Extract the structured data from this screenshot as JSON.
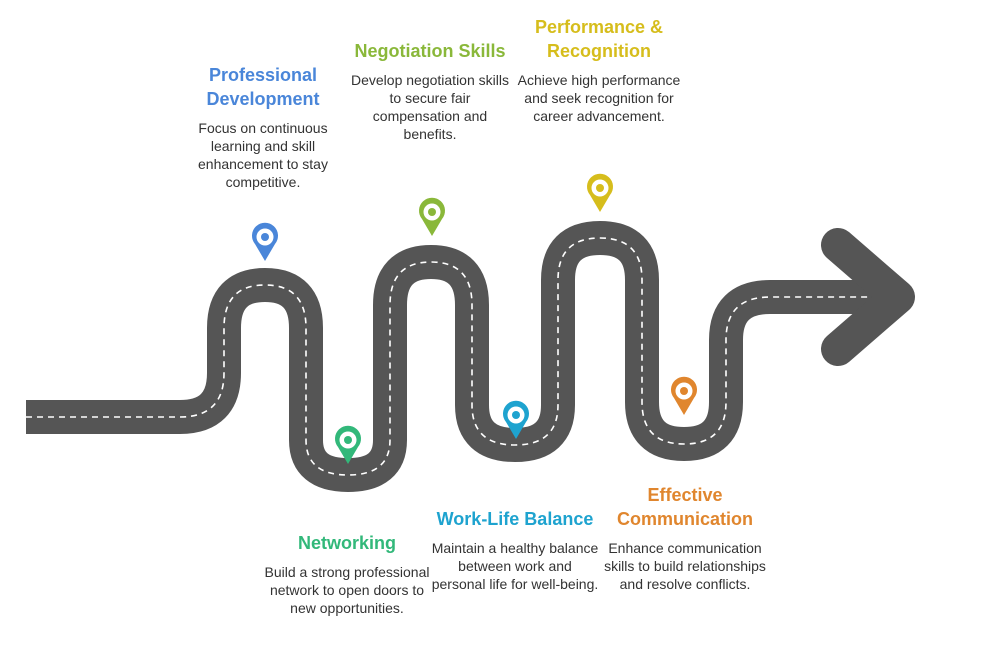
{
  "colors": {
    "road": "#555555",
    "dash": "#ffffff",
    "blue": "#4a86d9",
    "green": "#32b87a",
    "olive": "#8ab83a",
    "teal": "#1ea3cf",
    "yellow": "#d6bd1c",
    "orange": "#e0862e"
  },
  "milestones": {
    "professional_development": {
      "title": "Professional Development",
      "description": "Focus on continuous learning and skill enhancement to stay competitive.",
      "color": "#4a86d9",
      "icon": "map-pin-icon"
    },
    "networking": {
      "title": "Networking",
      "description": "Build a strong professional network to open doors to new opportunities.",
      "color": "#32b87a",
      "icon": "map-pin-icon"
    },
    "negotiation_skills": {
      "title": "Negotiation Skills",
      "description": "Develop negotiation skills to secure fair compensation and benefits.",
      "color": "#8ab83a",
      "icon": "map-pin-icon"
    },
    "work_life_balance": {
      "title": "Work-Life Balance",
      "description": "Maintain a healthy balance between work and personal life for well-being.",
      "color": "#1ea3cf",
      "icon": "map-pin-icon"
    },
    "performance_recognition": {
      "title": "Performance & Recognition",
      "description": "Achieve high performance and seek recognition for career advancement.",
      "color": "#d6bd1c",
      "icon": "map-pin-icon"
    },
    "effective_communication": {
      "title": "Effective Communication",
      "description": "Enhance communication skills to build relationships and resolve conflicts.",
      "color": "#e0862e",
      "icon": "map-pin-icon"
    }
  }
}
